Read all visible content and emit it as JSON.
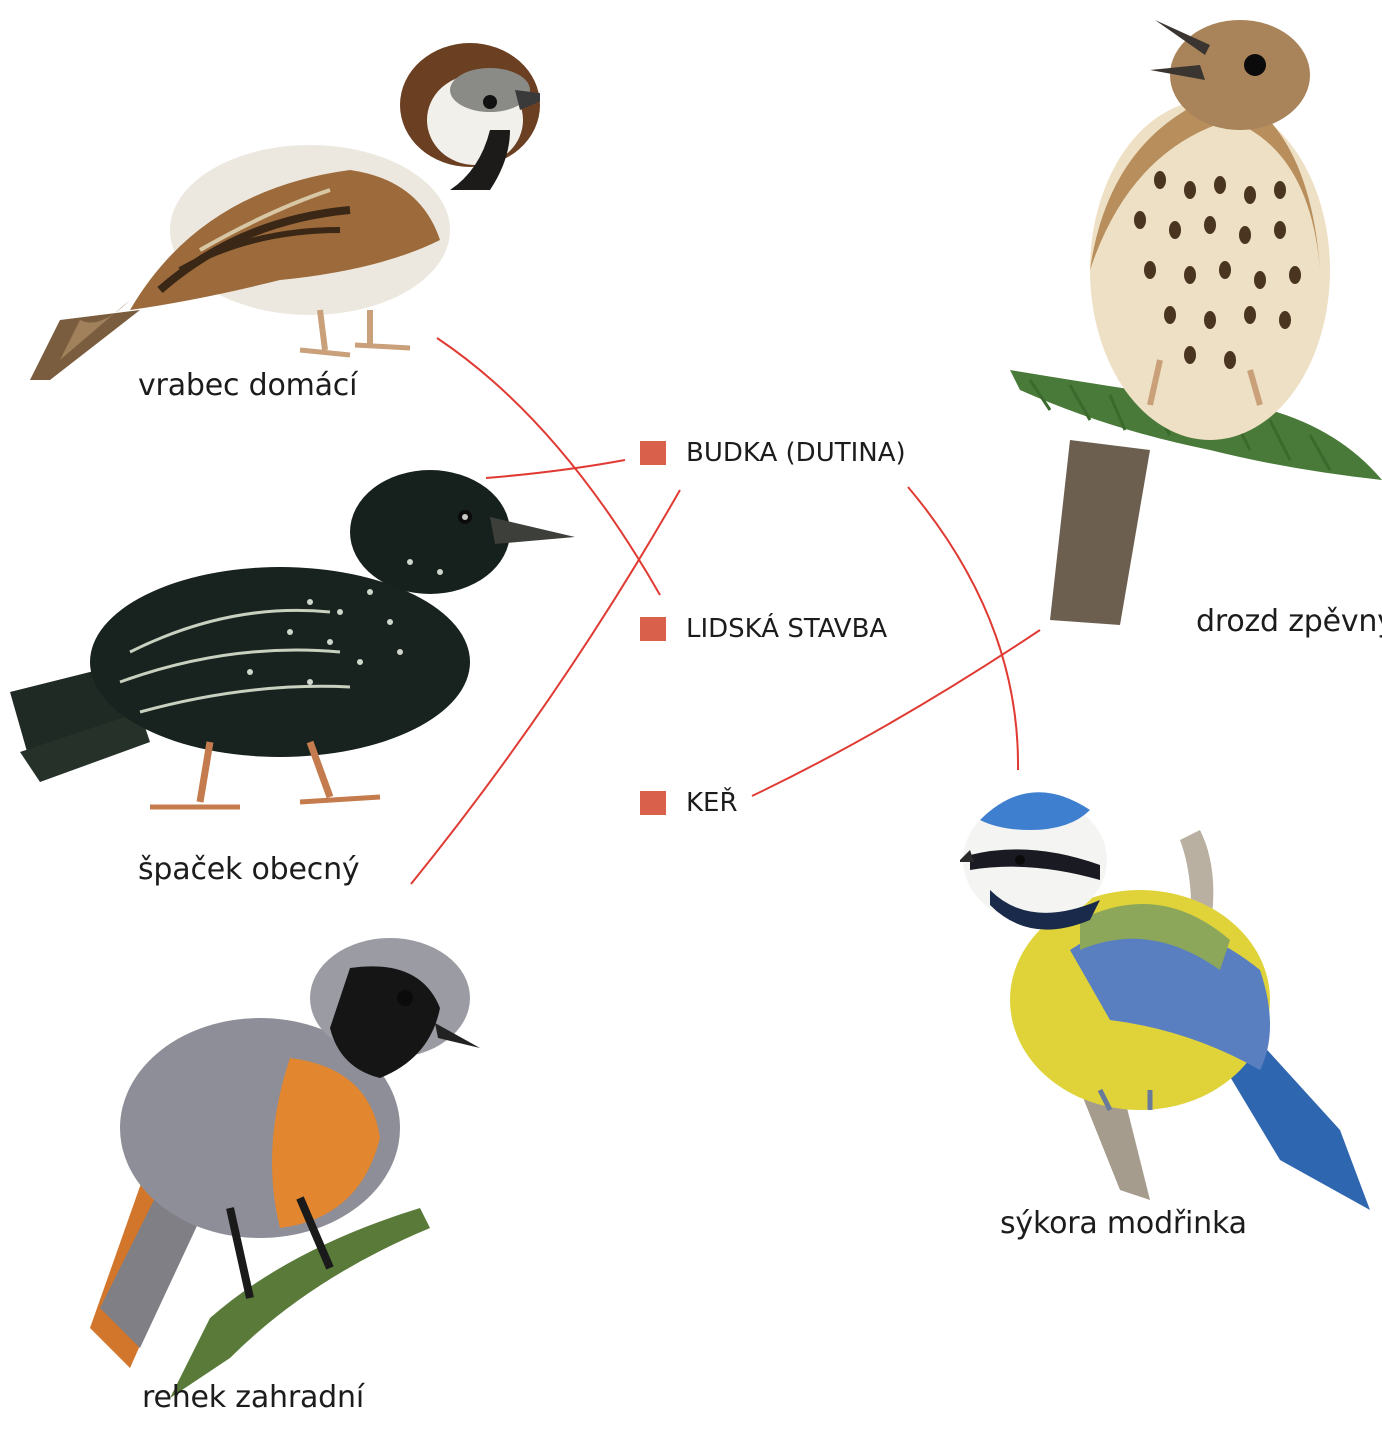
{
  "colors": {
    "line": "#e03a33",
    "marker": "#d9604a",
    "text": "#1c1c1c"
  },
  "birds": {
    "sparrow": {
      "label": "vrabec domácí"
    },
    "starling": {
      "label": "špaček obecný"
    },
    "redstart": {
      "label": "rehek zahradní"
    },
    "thrush": {
      "label": "drozd zpěvný"
    },
    "bluetit": {
      "label": "sýkora modřinka"
    }
  },
  "options": [
    {
      "label": "BUDKA (DUTINA)"
    },
    {
      "label": "LIDSKÁ STAVBA"
    },
    {
      "label": "KEŘ"
    }
  ]
}
